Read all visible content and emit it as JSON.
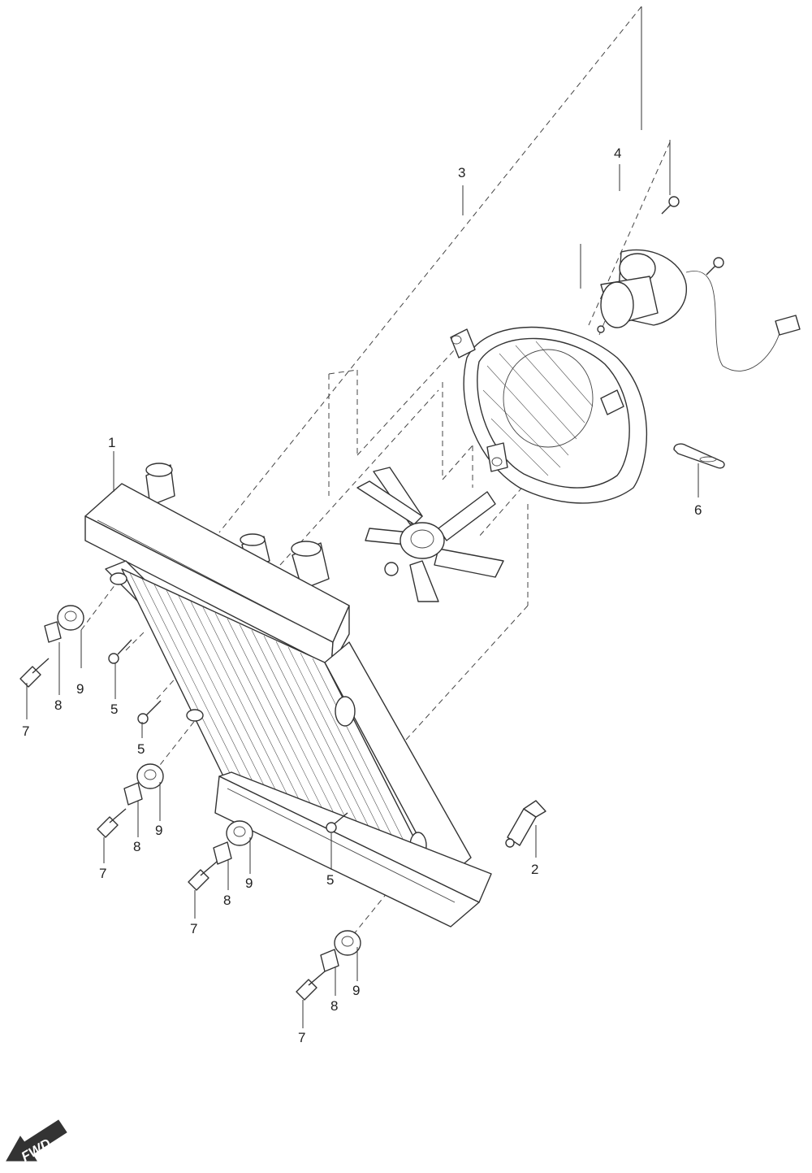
{
  "callouts": [
    {
      "id": "c1",
      "label": "1"
    },
    {
      "id": "c2",
      "label": "2"
    },
    {
      "id": "c3",
      "label": "3"
    },
    {
      "id": "c4",
      "label": "4"
    },
    {
      "id": "c5a",
      "label": "5"
    },
    {
      "id": "c5b",
      "label": "5"
    },
    {
      "id": "c5c",
      "label": "5"
    },
    {
      "id": "c6",
      "label": "6"
    },
    {
      "id": "c7a",
      "label": "7"
    },
    {
      "id": "c7b",
      "label": "7"
    },
    {
      "id": "c7c",
      "label": "7"
    },
    {
      "id": "c7d",
      "label": "7"
    },
    {
      "id": "c8a",
      "label": "8"
    },
    {
      "id": "c8b",
      "label": "8"
    },
    {
      "id": "c8c",
      "label": "8"
    },
    {
      "id": "c8d",
      "label": "8"
    },
    {
      "id": "c9a",
      "label": "9"
    },
    {
      "id": "c9b",
      "label": "9"
    },
    {
      "id": "c9c",
      "label": "9"
    },
    {
      "id": "c9d",
      "label": "9"
    }
  ],
  "direction_arrow": {
    "label": "FWD"
  }
}
